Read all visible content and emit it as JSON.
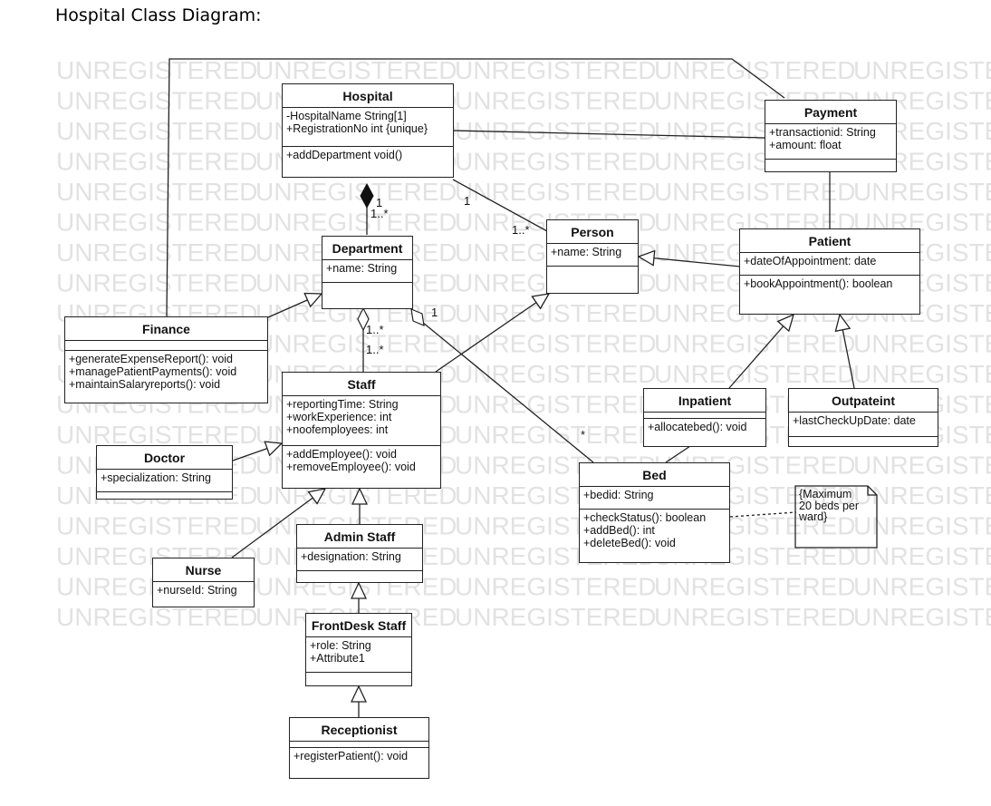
{
  "page_title": "Hospital Class Diagram:",
  "watermark": "UNREGISTERED",
  "classes": {
    "hospital": {
      "name": "Hospital",
      "attributes": [
        "-HospitalName String[1]",
        "+RegistrationNo int {unique}"
      ],
      "operations": [
        "+addDepartment void()"
      ]
    },
    "payment": {
      "name": "Payment",
      "attributes": [
        "+transactionid: String",
        "+amount: float"
      ],
      "operations": []
    },
    "department": {
      "name": "Department",
      "attributes": [
        "+name: String"
      ],
      "operations": []
    },
    "person": {
      "name": "Person",
      "attributes": [
        "+name: String"
      ],
      "operations": []
    },
    "patient": {
      "name": "Patient",
      "attributes": [
        "+dateOfAppointment: date"
      ],
      "operations": [
        "+bookAppointment(): boolean"
      ]
    },
    "finance": {
      "name": "Finance",
      "attributes": [],
      "operations": [
        "+generateExpenseReport(): void",
        "+managePatientPayments(): void",
        "+maintainSalaryreports(): void"
      ]
    },
    "staff": {
      "name": "Staff",
      "attributes": [
        "+reportingTime: String",
        "+workExperience: int",
        "+noofemployees: int"
      ],
      "operations": [
        "+addEmployee(): void",
        "+removeEmployee(): void"
      ]
    },
    "inpatient": {
      "name": "Inpatient",
      "attributes": [],
      "operations": [
        "+allocatebed(): void"
      ]
    },
    "outpatient": {
      "name": "Outpateint",
      "attributes": [
        "+lastCheckUpDate: date"
      ],
      "operations": []
    },
    "doctor": {
      "name": "Doctor",
      "attributes": [
        "+specialization: String"
      ],
      "operations": []
    },
    "bed": {
      "name": "Bed",
      "attributes": [
        "+bedid: String"
      ],
      "operations": [
        "+checkStatus(): boolean",
        "+addBed(): int",
        "+deleteBed(): void"
      ]
    },
    "admin_staff": {
      "name": "Admin Staff",
      "attributes": [
        "+designation: String"
      ],
      "operations": []
    },
    "nurse": {
      "name": "Nurse",
      "attributes": [
        "+nurseId: String"
      ],
      "operations": []
    },
    "frontdesk_staff": {
      "name": "FrontDesk Staff",
      "attributes": [
        "+role: String",
        "+Attribute1"
      ],
      "operations": []
    },
    "receptionist": {
      "name": "Receptionist",
      "attributes": [],
      "operations": [
        "+registerPatient(): void"
      ]
    }
  },
  "note": "{Maximum\n20 beds per\nward}",
  "multiplicities": {
    "hospital_department_a": "1",
    "hospital_department_b": "1..*",
    "hospital_person_a": "1",
    "hospital_person_b": "1..*",
    "department_staff_a": "1..*",
    "department_staff_b": "1..*",
    "department_bed_a": "1",
    "department_bed_b": "*"
  }
}
